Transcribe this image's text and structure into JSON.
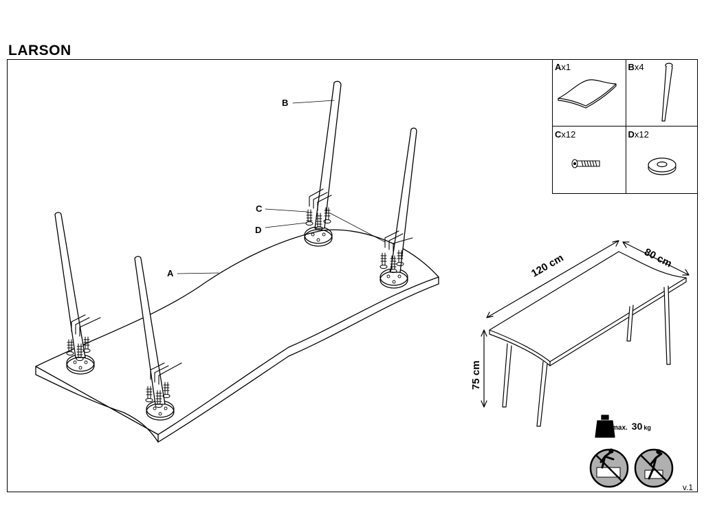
{
  "title": "LARSON",
  "parts": [
    {
      "letter": "A",
      "qty": "x1",
      "icon": "tabletop-icon"
    },
    {
      "letter": "B",
      "qty": "x4",
      "icon": "leg-icon"
    },
    {
      "letter": "C",
      "qty": "x12",
      "icon": "bolt-icon"
    },
    {
      "letter": "D",
      "qty": "x12",
      "icon": "washer-icon"
    }
  ],
  "callouts": {
    "a": "A",
    "b": "B",
    "c": "C",
    "d": "D"
  },
  "dimensions": {
    "length": "120 cm",
    "width": "80 cm",
    "height": "75 cm"
  },
  "max_load": {
    "label": "max.",
    "value": "30",
    "unit": "kg"
  },
  "version": "v.1"
}
